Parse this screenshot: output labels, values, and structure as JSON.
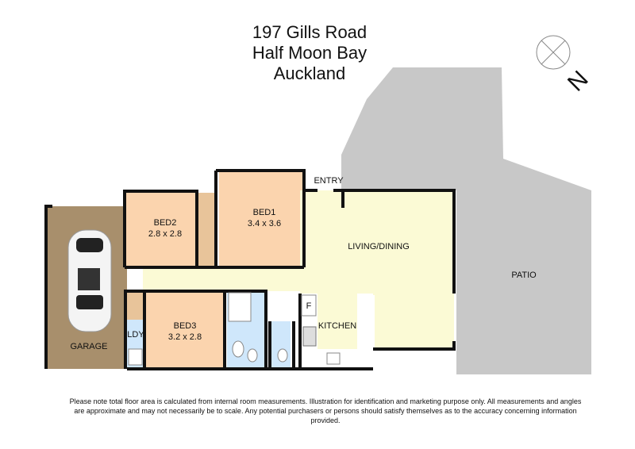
{
  "address": {
    "line1": "197 Gills Road",
    "line2": "Half Moon Bay",
    "line3": "Auckland"
  },
  "compass": {
    "label": "N",
    "icon": "north-arrow-icon"
  },
  "rooms": {
    "garage": "GARAGE",
    "bed2": {
      "name": "BED2",
      "size": "2.8 x 2.8"
    },
    "bed1": {
      "name": "BED1",
      "size": "3.4 x 3.6"
    },
    "bed3": {
      "name": "BED3",
      "size": "3.2 x 2.8"
    },
    "entry": "ENTRY",
    "living": "LIVING/DINING",
    "kitchen": "KITCHEN",
    "fridge": "F",
    "laundry": "LDY",
    "patio": "PATIO"
  },
  "colors": {
    "bedroom": "#fbd4ae",
    "garage": "#a88f6c",
    "hall": "#fbfad5",
    "wet": "#cfe7fb",
    "patio": "#c8c8c8",
    "wall": "#111111"
  },
  "disclaimer": "Please note total floor area is calculated from internal room measurements.  Illustration for identification and marketing purpose only.  All measurements and angles are approximate and may not necessarily be to scale.  Any potential purchasers or persons should satisfy themselves as to the accuracy concerning information provided."
}
